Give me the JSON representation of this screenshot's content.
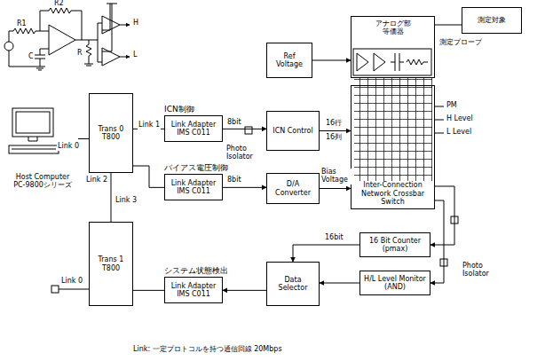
{
  "diagram": {
    "caption": "Link: 一定プロトコルを持つ通信回線 20Mbps",
    "nodes": [
      {
        "text": [
          "Ref Voltage"
        ]
      },
      {
        "text": [
          "アナログ部",
          "等価器"
        ]
      },
      {
        "text": [
          "測定対象"
        ]
      },
      {
        "text": [
          "Host Computer",
          "PC-9800シリーズ"
        ]
      },
      {
        "text": [
          "Trans 0 T800"
        ]
      },
      {
        "text": [
          "Trans 1 T800"
        ]
      },
      {
        "text": [
          "ICN制御",
          "Link Adapter IMS C011"
        ]
      },
      {
        "text": [
          "バイアス電圧制御",
          "Link Adapter IMS C011"
        ]
      },
      {
        "text": [
          "システム状態検出",
          "Link Adapter IMS C011"
        ]
      },
      {
        "text": [
          "ICN Control"
        ]
      },
      {
        "text": [
          "D/A Converter"
        ]
      },
      {
        "text": [
          "Data Selector"
        ]
      },
      {
        "text": [
          "Inter-Connection Network Crossbar Switch"
        ]
      },
      {
        "text": [
          "16 Bit Counter (pmax)"
        ]
      },
      {
        "text": [
          "H/L Level Monitor (AND)"
        ]
      }
    ],
    "edges": [
      {
        "from": 0,
        "to": 1,
        "arrow": "to"
      },
      {
        "from": 1,
        "to": 2,
        "arrow": "none"
      },
      {
        "from": 3,
        "to": 4,
        "arrow": "none"
      },
      {
        "from": 4,
        "to": 6,
        "arrow": "none"
      },
      {
        "from": 4,
        "to": 7,
        "arrow": "none"
      },
      {
        "from": 4,
        "to": 5,
        "arrow": "none"
      },
      {
        "from": 5,
        "to": 8,
        "arrow": "none"
      },
      {
        "from": 6,
        "to": 9,
        "arrow": "to"
      },
      {
        "from": 7,
        "to": 10,
        "arrow": "to"
      },
      {
        "from": 9,
        "to": 12,
        "arrow": "to"
      },
      {
        "from": 10,
        "to": 12,
        "arrow": "to"
      },
      {
        "from": 12,
        "to": 13,
        "arrow": "to"
      },
      {
        "from": 12,
        "to": 14,
        "arrow": "to"
      },
      {
        "from": 13,
        "to": 11,
        "arrow": "to"
      },
      {
        "from": 14,
        "to": 11,
        "arrow": "to"
      },
      {
        "from": 11,
        "to": 8,
        "arrow": "to"
      }
    ],
    "labels": [
      "R1",
      "R2",
      "C",
      "R",
      "H",
      "L",
      "Link 0",
      "Link 1",
      "Link 2",
      "Link 3",
      "Link 0",
      "8bit",
      "Photo Isolator",
      "8bit",
      "16行",
      "16列",
      "Bias Voltage",
      "16bit",
      "PM",
      "H Level",
      "L Level",
      "Photo Isolator",
      "測定プローブ"
    ]
  }
}
